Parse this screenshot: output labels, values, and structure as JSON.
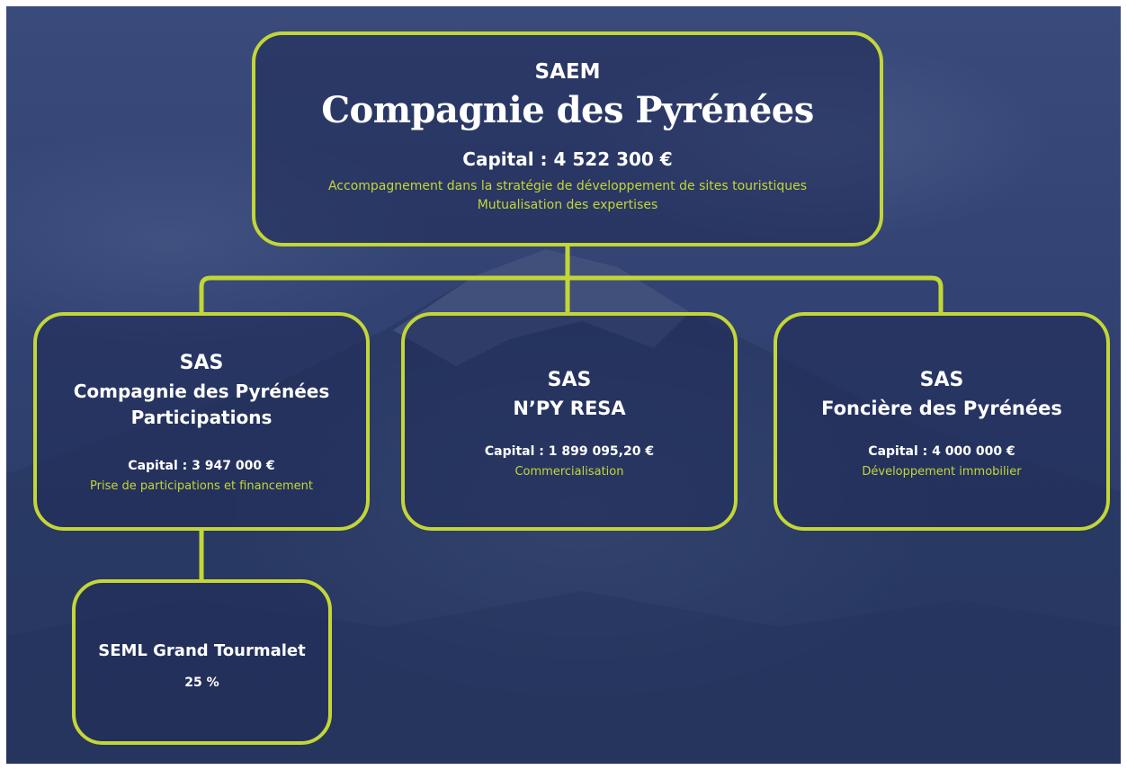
{
  "parent": {
    "form": "SAEM",
    "name": "Compagnie des Pyrénées",
    "capital": "Capital : 4 522 300 €",
    "description_lines": [
      "Accompagnement dans la stratégie de développement de sites touristiques",
      "Mutualisation des expertises"
    ]
  },
  "subsidiaries": [
    {
      "form": "SAS",
      "name_lines": [
        "Compagnie des Pyrénées",
        "Participations"
      ],
      "capital": "Capital : 3 947 000 €",
      "description": "Prise de participations et financement"
    },
    {
      "form": "SAS",
      "name": "N’PY RESA",
      "capital": "Capital : 1 899 095,20 €",
      "description": "Commercialisation"
    },
    {
      "form": "SAS",
      "name": "Foncière des Pyrénées",
      "capital": "Capital : 4 000 000 €",
      "description": "Développement immobilier"
    }
  ],
  "sub_subsidiary": {
    "name": "SEML Grand Tourmalet",
    "share": "25 %"
  },
  "colors": {
    "accent": "#c3d637",
    "background": "#324272",
    "text": "#ffffff"
  }
}
